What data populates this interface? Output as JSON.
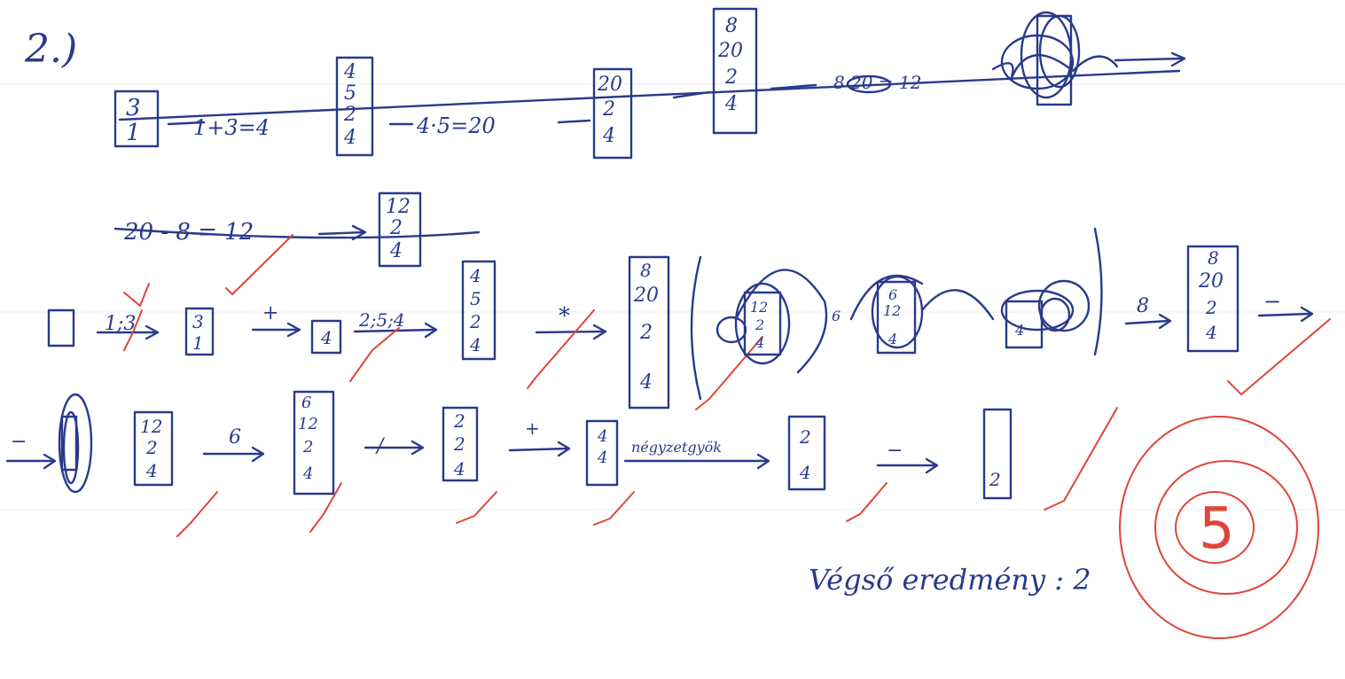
{
  "problem_label": "2.)",
  "line1": {
    "stack_a": [
      "3",
      "1"
    ],
    "step_a": "1+3=4",
    "stack_b": [
      "4",
      "5",
      "2",
      "4"
    ],
    "step_b": "4·5=20",
    "stack_c": [
      "20",
      "2",
      "4"
    ],
    "stack_d": [
      "8",
      "20",
      "2",
      "4"
    ],
    "step_d": "8 20 = 12"
  },
  "line2": {
    "step": "20 - 8 = 12",
    "stack": [
      "12",
      "2",
      "4"
    ]
  },
  "row3": {
    "op_push_13": "1;3",
    "stack_31": [
      "3",
      "1"
    ],
    "op_plus": "+",
    "stack_4": [
      "4"
    ],
    "op_push_254": "2;5;4",
    "stack_4524": [
      "4",
      "5",
      "2",
      "4"
    ],
    "op_mul": "*",
    "stack_20": [
      "8",
      "20",
      "2",
      "4"
    ],
    "scribble_stack_1": [
      "12",
      "2",
      "4"
    ],
    "op_6": "6",
    "scribble_stack_2": [
      "6",
      "12",
      "4"
    ],
    "scribble_stack_3": [
      "4"
    ],
    "op_8": "8",
    "stack_8": [
      "8",
      "20",
      "2",
      "4"
    ],
    "op_minus": "−"
  },
  "row4": {
    "op_minus": "−",
    "stack_12": [
      "12",
      "2",
      "4"
    ],
    "op_6": "6",
    "stack_6": [
      "6",
      "12",
      "2",
      "4"
    ],
    "op_div": "/",
    "stack_2": [
      "2",
      "2",
      "4"
    ],
    "op_plus": "+",
    "stack_44": [
      "4",
      "4"
    ],
    "op_sqrt": "négyzetgyök",
    "stack_24": [
      "2",
      "4"
    ],
    "op_minus2": "−",
    "stack_final": [
      "2"
    ]
  },
  "result": {
    "label": "Végső eredmény : 2"
  },
  "grade": {
    "mark": "5",
    "color": "#e0453a"
  },
  "colors": {
    "ink": "#2a3a8c",
    "correction": "#e0453a"
  }
}
